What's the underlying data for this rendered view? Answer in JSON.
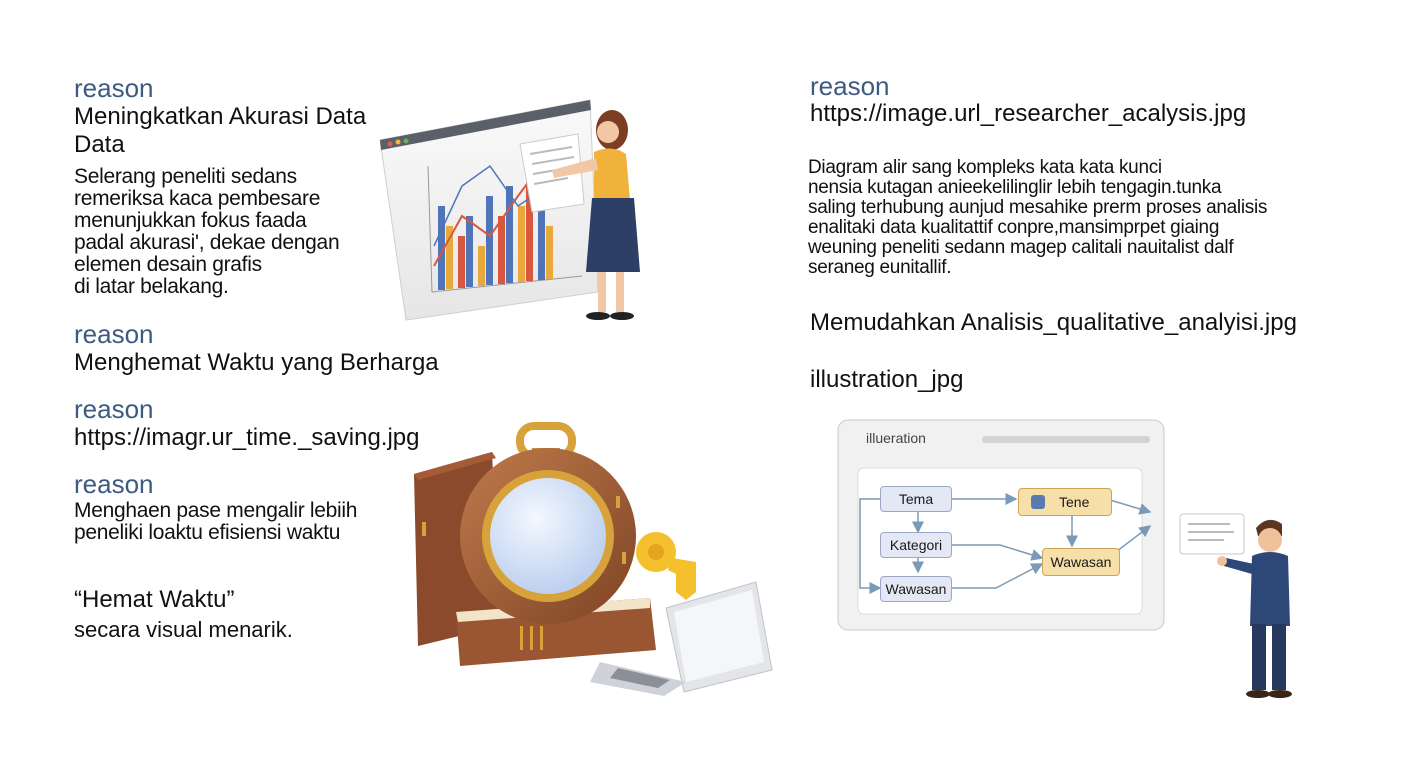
{
  "left": {
    "block1": {
      "reason": "reason",
      "title_lines": [
        "Meningkatkan Akurasi Data",
        "Data"
      ],
      "body_lines": [
        "Selerang peneliti sedans",
        "remeriksa kaca pembesare",
        "menunjukkan fokus faada",
        "padal akurasi', dekae dengan",
        "elemen desain grafis",
        "di latar belakang."
      ]
    },
    "block2": {
      "reason": "reason",
      "title": "Menghemat Waktu yang Berharga"
    },
    "block3": {
      "reason": "reason",
      "url": "https://imagr.ur_time._saving.jpg"
    },
    "block4": {
      "reason": "reason",
      "body_lines": [
        "Menghaen pase mengalir lebiih",
        "peneliki loaktu efisiensi waktu"
      ]
    },
    "block5": {
      "quote": "“Hemat Waktu”",
      "subtitle": "secara visual menarik."
    }
  },
  "right": {
    "block1": {
      "reason": "reason",
      "url": "https://image.url_researcher_acalysis.jpg"
    },
    "description_lines": [
      "Diagram alir sang kompleks kata kata kunci",
      "nensia kutagan anieekelilinglir lebih tengagin.tunka",
      "saling terhubung aunjud mesahike prerm proses analisis",
      "enalitaki data kualitattif conpre,mansimprpet giaing",
      "weuning peneliti sedann magep calitali nauitalist dalf",
      "seraneg eunitallif."
    ],
    "caption1": "Memudahkan Analisis_qualitative_analyisi.jpg",
    "caption2": "illustration_jpg"
  },
  "diagram": {
    "window_title": "illueration",
    "nodes": {
      "tema": "Tema",
      "kategori": "Kategori",
      "wawasan_left": "Wawasan",
      "tene": "Tene",
      "wawasan_right": "Wawasan"
    }
  },
  "colors": {
    "accent": "#3d5a80",
    "node_blue": "#e4e8f5",
    "node_yellow": "#f6dfa8",
    "arrow": "#7a9ab8"
  }
}
